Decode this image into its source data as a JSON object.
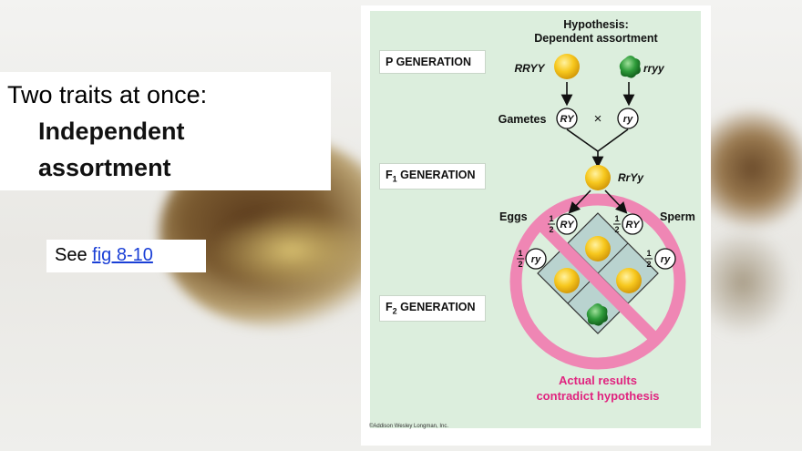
{
  "slide": {
    "title_line1": "Two traits at once:",
    "title_line2": "Independent assortment",
    "see_prefix": "See ",
    "see_link": "fig 8-10"
  },
  "figure": {
    "hypothesis_title": "Hypothesis:",
    "hypothesis_subtitle": "Dependent assortment",
    "p_generation": "P GENERATION",
    "f1_generation_prefix": "F",
    "f1_generation_sub": "1",
    "f1_generation_suffix": " GENERATION",
    "f2_generation_prefix": "F",
    "f2_generation_sub": "2",
    "f2_generation_suffix": " GENERATION",
    "parent1_genotype": "RRYY",
    "parent2_genotype": "rryy",
    "gametes_label": "Gametes",
    "gamete1": "RY",
    "gamete2": "ry",
    "cross_symbol": "×",
    "f1_genotype": "RrYy",
    "eggs_label": "Eggs",
    "sperm_label": "Sperm",
    "fraction_num": "1",
    "fraction_den": "2",
    "result_line1": "Actual results",
    "result_line2": "contradict hypothesis",
    "copyright": "©Addison Wesley Longman, Inc."
  },
  "colors": {
    "pea_yellow": "#f7c81e",
    "pea_green": "#2e9b3a",
    "no_sign": "#ef86b4",
    "result_text": "#e0247f",
    "panel_bg": "#dceedd",
    "punnett_bg": "#b9d3cf"
  }
}
